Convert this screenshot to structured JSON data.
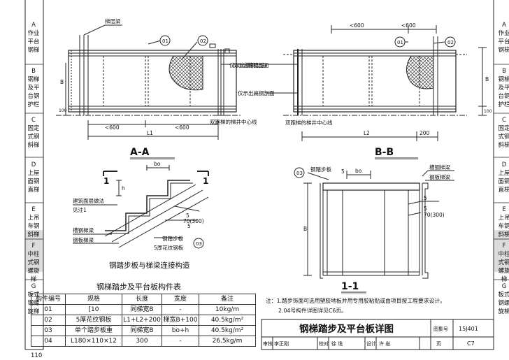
{
  "page_number": "110",
  "sidebar_left": [
    {
      "letter": "A",
      "lines": [
        "作业",
        "平台",
        "钢梯"
      ],
      "active": false
    },
    {
      "letter": "B",
      "lines": [
        "钢梯",
        "及平",
        "台钢",
        "护栏"
      ],
      "active": false
    },
    {
      "letter": "C",
      "lines": [
        "固定",
        "式钢",
        "斜梯"
      ],
      "active": true
    },
    {
      "letter": "D",
      "lines": [
        "上屋",
        "面钢",
        "直梯"
      ],
      "active": false
    },
    {
      "letter": "E",
      "lines": [
        "上吊",
        "车钢",
        "斜梯"
      ],
      "active": false
    },
    {
      "letter": "F",
      "lines": [
        "中柱",
        "式钢",
        "螺旋",
        "梯"
      ],
      "active": false
    },
    {
      "letter": "G",
      "lines": [
        "板式",
        "钢螺",
        "旋梯"
      ],
      "active": false
    }
  ],
  "sidebar_right": [
    {
      "letter": "A",
      "lines": [
        "作业",
        "平台",
        "钢梯"
      ]
    },
    {
      "letter": "B",
      "lines": [
        "钢梯",
        "及平",
        "台钢",
        "护栏"
      ]
    },
    {
      "letter": "C",
      "lines": [
        "固定",
        "式钢",
        "斜梯"
      ]
    },
    {
      "letter": "D",
      "lines": [
        "上屋",
        "面钢",
        "直梯"
      ]
    },
    {
      "letter": "E",
      "lines": [
        "上吊",
        "车钢",
        "斜梯"
      ]
    },
    {
      "letter": "F",
      "lines": [
        "中柱",
        "式钢",
        "螺旋",
        "梯"
      ]
    },
    {
      "letter": "G",
      "lines": [
        "板式",
        "钢螺",
        "旋梯"
      ]
    }
  ],
  "drawing_aa": {
    "label_top": "梯层梁",
    "callout1": "01",
    "callout2": "02",
    "note1": "仅示出槽钢剖面",
    "note2": "双跑梯的梯井中心线",
    "dim_left": "<600",
    "dim_right": "<600",
    "dim_total": "L1",
    "dim_b": "B",
    "dim_100": "100",
    "title": "A-A"
  },
  "drawing_bb": {
    "dim_top_left": "<600",
    "dim_top_right": "<600",
    "callout1": "01",
    "callout2": "02",
    "note1": "仅示出槽钢剖面",
    "note2": "仅示出扁钢剖面",
    "note3": "双跑梯的梯井中心线",
    "dim_total": "L2",
    "dim_200": "200",
    "dim_b": "B",
    "dim_100": "100",
    "title": "B-B"
  },
  "section_11_left": {
    "mark_left": "1",
    "mark_right": "1",
    "dim_bo": "bo",
    "dim_h": "h",
    "label1": "建筑面层做法",
    "label2": "见注1",
    "label3": "槽钢梯梁",
    "label4": "钢板梯梁",
    "label5": "钢踏步板",
    "label6": "5厚花纹钢板",
    "label7": "70(300)",
    "callout": "03",
    "weld5a": "5",
    "weld5b": "5",
    "caption": "钢踏步板与梯梁连接构造"
  },
  "section_11_right": {
    "callout": "03",
    "label_step": "钢踏步板",
    "dim5": "5",
    "dim_bo": "bo",
    "label_ch": "槽钢梯梁",
    "label_pl": "钢板梯梁",
    "weld5a": "5",
    "weld5b": "5",
    "dim70": "70(300)",
    "dim_b": "B",
    "title": "1-1"
  },
  "table": {
    "title": "钢梯踏步及平台板构件表",
    "headers": [
      "构件编号",
      "规格",
      "长度",
      "宽度",
      "备注"
    ],
    "rows": [
      [
        "01",
        "[10",
        "同梯宽B",
        "-",
        "10kg/m"
      ],
      [
        "02",
        "5厚花纹钢板",
        "L1+L2+200",
        "梯宽B+100",
        "40.5kg/m²"
      ],
      [
        "03",
        "单个踏步板重",
        "同梯宽B",
        "bo+h",
        "40.5kg/m²"
      ],
      [
        "04",
        "L180×110×12",
        "300",
        "-",
        "26.5kg/m"
      ]
    ]
  },
  "notes": {
    "line1": "注：1.踏步饰面可选用塑胶地板并用专用胶粘贴或由项目按工程要求设计。",
    "line2": "2.04号构件详图详见C6页。"
  },
  "title_block": {
    "title": "钢梯踏步及平台板详图",
    "atlas_label": "图集号",
    "atlas_no": "15J401",
    "review": "审核",
    "reviewer": "李正刚",
    "check": "校对",
    "checker": "徐 逸",
    "design": "设计",
    "designer": "许 岩",
    "page_label": "页",
    "page_code": "C7"
  }
}
